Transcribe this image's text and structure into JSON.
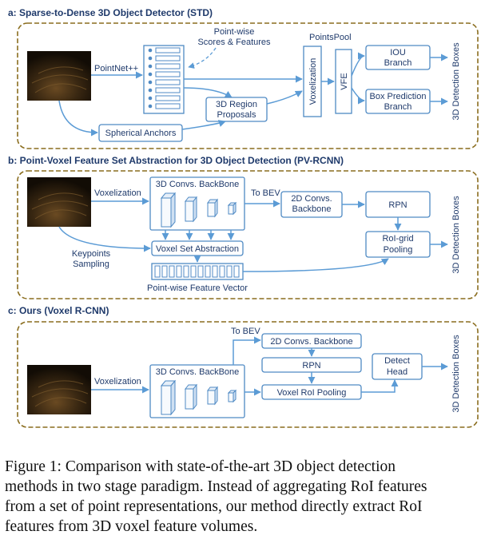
{
  "sections": {
    "a": {
      "title": "a:  Sparse-to-Dense 3D Object Detector (STD)",
      "labels": {
        "pointnet": "PointNet++",
        "scores_line1": "Point-wise",
        "scores_line2": "Scores & Features",
        "pointspool": "PointsPool",
        "region_line1": "3D Region",
        "region_line2": "Proposals",
        "anchors": "Spherical Anchors",
        "voxelization": "Voxelization",
        "vfe": "VFE",
        "iou_line1": "IOU",
        "iou_line2": "Branch",
        "boxpred_line1": "Box Prediction",
        "boxpred_line2": "Branch",
        "output": "3D Detection Boxes"
      }
    },
    "b": {
      "title": "b:  Point-Voxel Feature Set Abstraction for 3D Object Detection (PV-RCNN)",
      "labels": {
        "voxelization": "Voxelization",
        "backbone3d": "3D Convs. BackBone",
        "tobev": "To BEV",
        "backbone2d_line1": "2D Convs.",
        "backbone2d_line2": "Backbone",
        "rpn": "RPN",
        "roigrid_line1": "RoI-grid",
        "roigrid_line2": "Pooling",
        "vsa": "Voxel Set Abstraction",
        "keypoints_line1": "Keypoints",
        "keypoints_line2": "Sampling",
        "pwfv": "Point-wise Feature Vector",
        "output": "3D Detection Boxes"
      }
    },
    "c": {
      "title": "c:  Ours (Voxel R-CNN)",
      "labels": {
        "voxelization": "Voxelization",
        "backbone3d": "3D Convs. BackBone",
        "tobev": "To BEV",
        "backbone2d": "2D Convs. Backbone",
        "rpn": "RPN",
        "roipool": "Voxel RoI Pooling",
        "detect_line1": "Detect",
        "detect_line2": "Head",
        "output": "3D Detection Boxes"
      }
    }
  },
  "caption": {
    "line1": "Figure 1: Comparison with state-of-the-art 3D object detection",
    "line2": "methods in two stage paradigm. Instead of aggregating RoI features",
    "line3": "from a set of point representations, our method directly extract RoI",
    "line4": "features from 3D voxel feature volumes."
  },
  "colors": {
    "accent": "#4f8ac4",
    "frame": "#8a6d1e",
    "text": "#1f3a6b"
  }
}
